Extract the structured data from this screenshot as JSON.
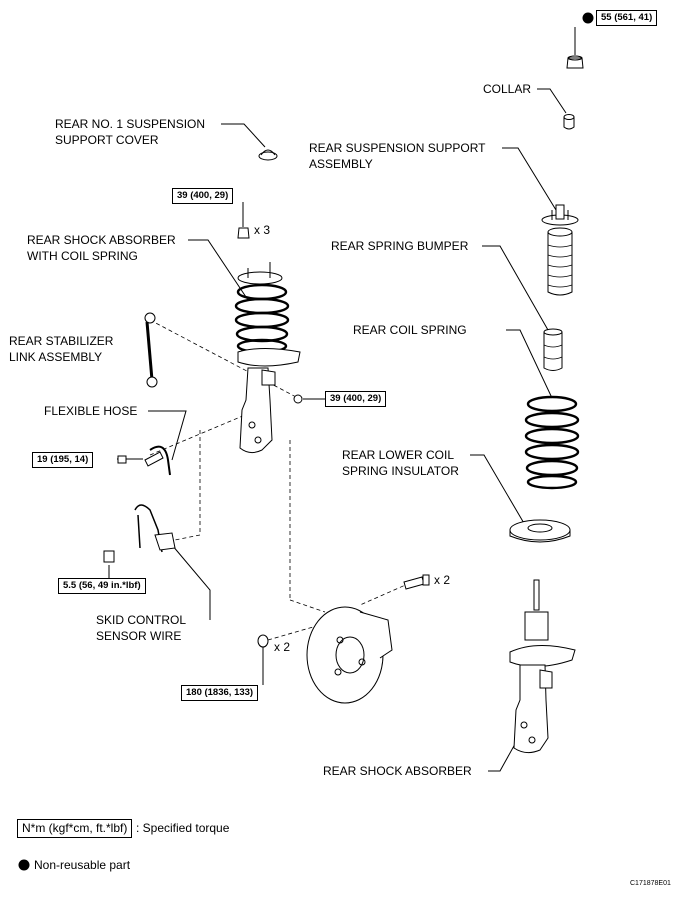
{
  "labels": {
    "collar": "COLLAR",
    "cover_1": "REAR NO. 1 SUSPENSION",
    "cover_2": "SUPPORT COVER",
    "support_1": "REAR SUSPENSION SUPPORT",
    "support_2": "ASSEMBLY",
    "absorber_coil_1": "REAR SHOCK ABSORBER",
    "absorber_coil_2": "WITH COIL SPRING",
    "bumper": "REAR SPRING BUMPER",
    "stabilizer_1": "REAR STABILIZER",
    "stabilizer_2": "LINK ASSEMBLY",
    "coil_spring": "REAR COIL SPRING",
    "hose": "FLEXIBLE HOSE",
    "insulator_1": "REAR LOWER COIL",
    "insulator_2": "SPRING INSULATOR",
    "skid_1": "SKID CONTROL",
    "skid_2": "SENSOR WIRE",
    "absorber": "REAR SHOCK ABSORBER"
  },
  "torques": {
    "t55": "55 (561, 41)",
    "t39_top": "39 (400, 29)",
    "t39_link": "39 (400, 29)",
    "t19": "19 (195, 14)",
    "t55b": "5.5 (56, 49 in.*lbf)",
    "t180": "180 (1836, 133)"
  },
  "quantities": {
    "nuts": "x 3",
    "bolts": "x 2",
    "lower_nuts": "x 2"
  },
  "legend": {
    "torque_box": "N*m (kgf*cm, ft.*lbf)",
    "torque_text": ": Specified torque",
    "nonreusable": "Non-reusable part"
  },
  "figure_code": "C171878E01"
}
